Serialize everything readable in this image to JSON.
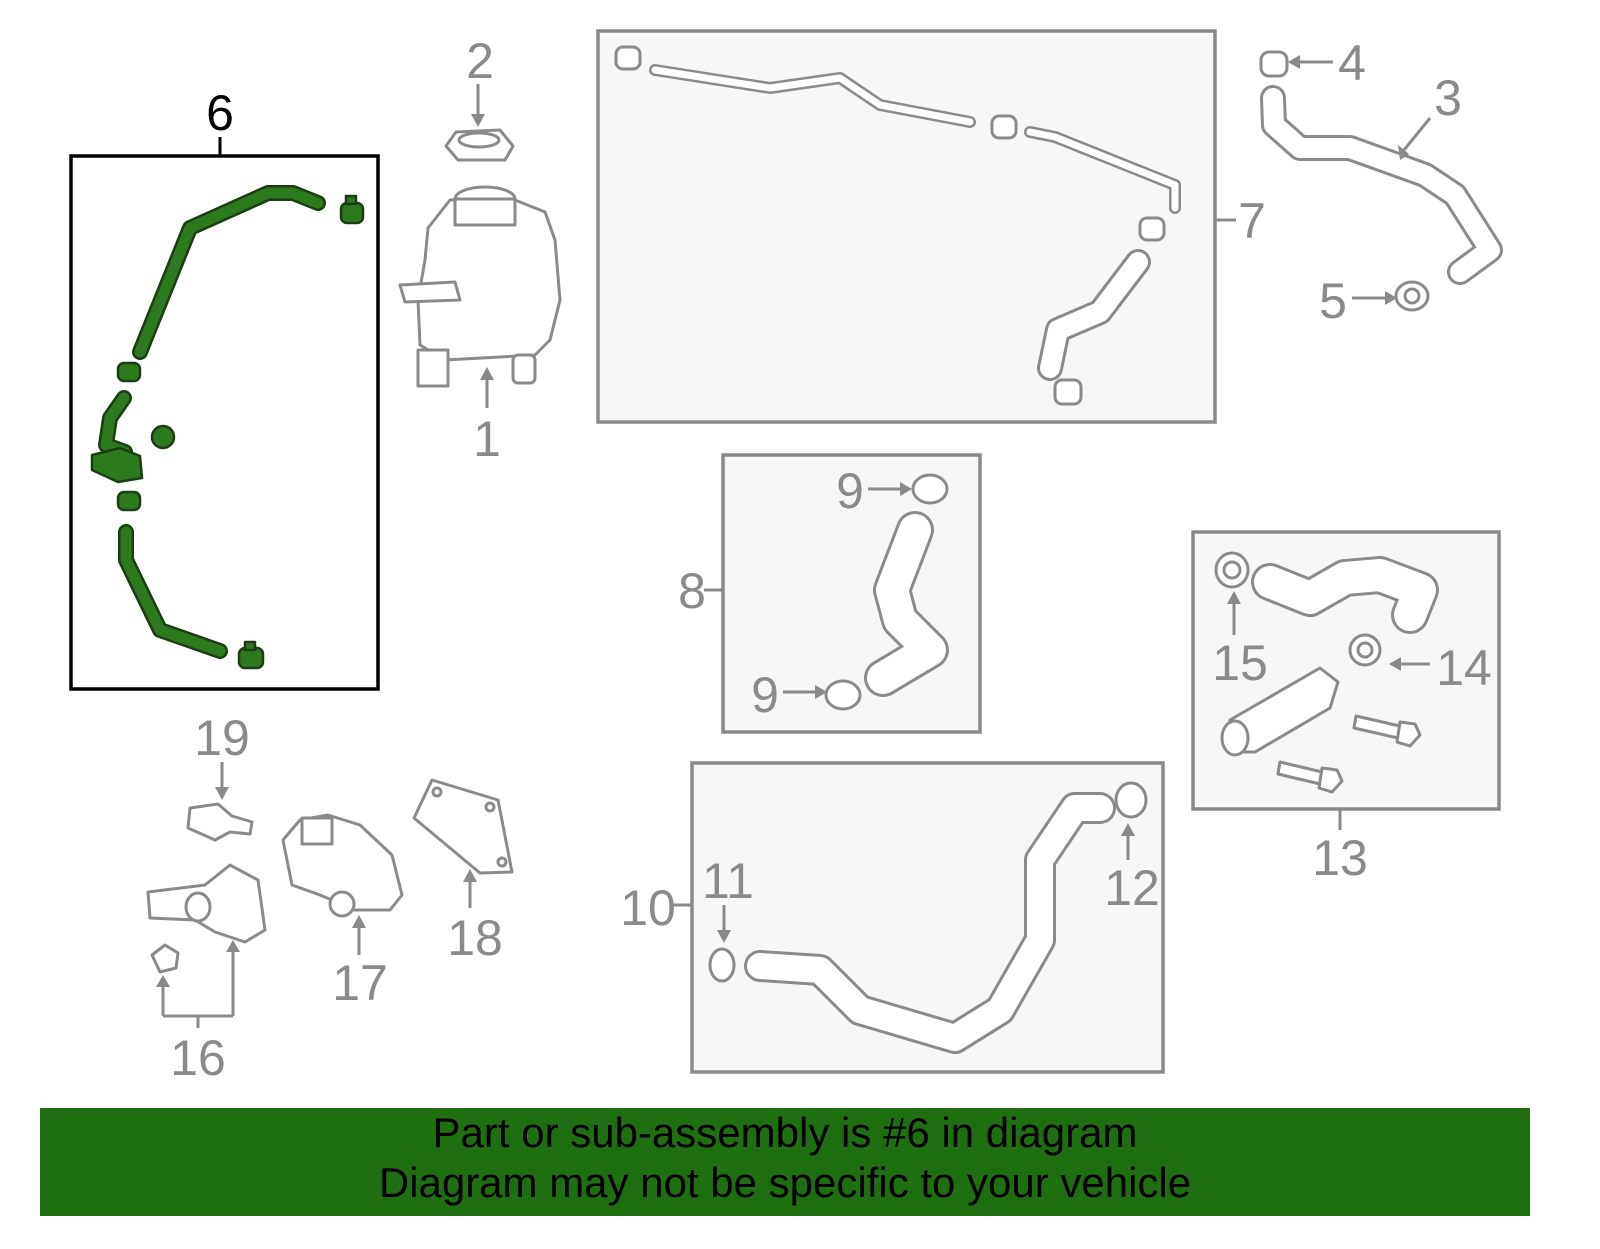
{
  "diagram": {
    "highlighted_part": "6",
    "callouts": {
      "p1": "1",
      "p2": "2",
      "p3": "3",
      "p4": "4",
      "p5": "5",
      "p6": "6",
      "p7": "7",
      "p8": "8",
      "p9a": "9",
      "p9b": "9",
      "p10": "10",
      "p11": "11",
      "p12": "12",
      "p13": "13",
      "p14": "14",
      "p15": "15",
      "p16": "16",
      "p17": "17",
      "p18": "18",
      "p19": "19"
    },
    "colors": {
      "highlight": "#2d7a1e",
      "part_stroke": "#8a8a8a",
      "banner": "#1f6e12"
    }
  },
  "banner": {
    "line1": "Part or sub-assembly is #6 in diagram",
    "line2": "Diagram may not be specific to your vehicle"
  }
}
